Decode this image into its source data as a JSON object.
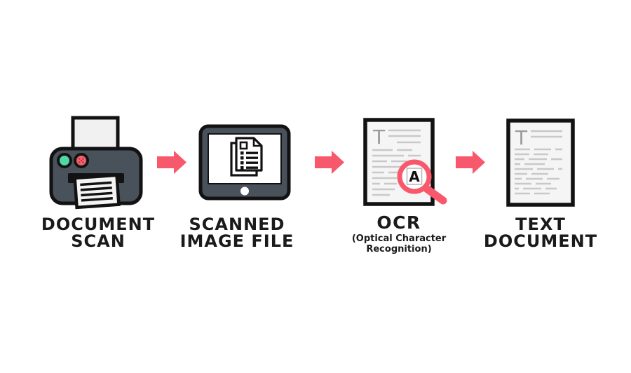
{
  "diagram": {
    "colors": {
      "accent_pink": "#f8586c",
      "device_dark": "#49525b",
      "outline_black": "#121212",
      "paper_fill": "#f1f1f1",
      "doc_fill": "#f5f5f5",
      "doc_line_gray": "#c9c9c9",
      "glyph_gray": "#9b9b9b",
      "button_green": "#4fd8a3",
      "button_red": "#f4616e",
      "label_text": "#1a1a1a"
    },
    "steps": [
      {
        "name": "document-scan",
        "icon": "printer-scanner-icon",
        "label_lines": [
          "DOCUMENT",
          "SCAN"
        ]
      },
      {
        "name": "scanned-image-file",
        "icon": "tablet-scanned-document-icon",
        "label_lines": [
          "SCANNED",
          "IMAGE FILE"
        ]
      },
      {
        "name": "ocr",
        "icon": "document-magnifier-icon",
        "label_lines": [
          "OCR"
        ],
        "sub_label_lines": [
          "(Optical Character",
          "Recognition)"
        ]
      },
      {
        "name": "text-document",
        "icon": "text-document-icon",
        "label_lines": [
          "TEXT",
          "DOCUMENT"
        ]
      }
    ],
    "glyphs": {
      "document_header_letter": "T",
      "magnifier_letter": "A"
    },
    "arrows": {
      "count": 3,
      "direction": "right"
    }
  }
}
